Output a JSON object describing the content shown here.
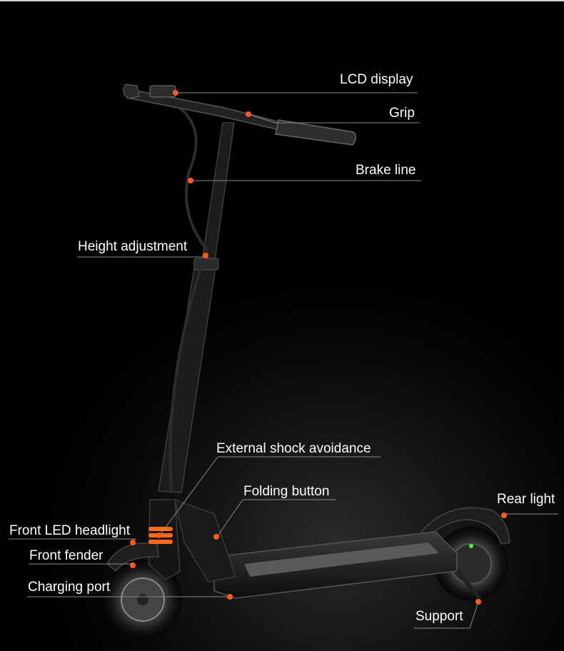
{
  "labels": {
    "lcd_display": "LCD display",
    "grip": "Grip",
    "brake_line": "Brake line",
    "height_adjustment": "Height adjustment",
    "external_shock_avoidance": "External shock avoidance",
    "folding_button": "Folding button",
    "rear_light": "Rear light",
    "front_led_headlight": "Front LED headlight",
    "front_fender": "Front fender",
    "charging_port": "Charging port",
    "support": "Support"
  },
  "colors": {
    "background": "#000000",
    "callout_dot": "#ff5a1f",
    "callout_line": "#8a8a8a",
    "scooter_body": "#1c1c1c",
    "shock_spring": "#ff6a1a",
    "deck_grip": "#555555"
  }
}
